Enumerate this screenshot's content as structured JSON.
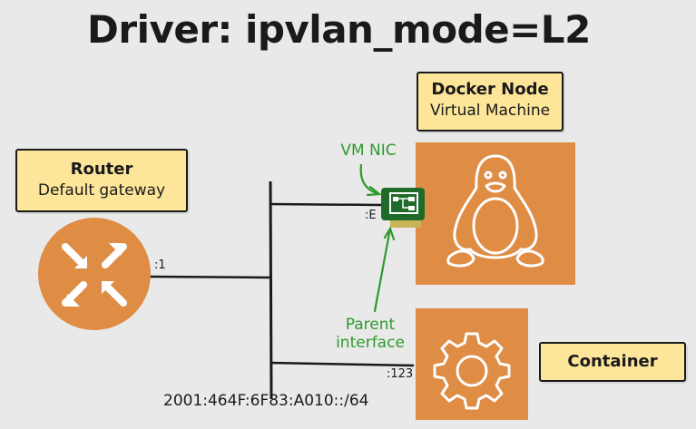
{
  "title": "Driver: ipvlan_mode=L2",
  "docker_node": {
    "title": "Docker Node",
    "subtitle": "Virtual Machine"
  },
  "router": {
    "title": "Router",
    "subtitle": "Default gateway"
  },
  "container": {
    "title": "Container"
  },
  "vm_nic_label": "VM NIC",
  "parent_interface_label": {
    "line1": "Parent",
    "line2": "interface"
  },
  "port_labels": {
    "router": ":1",
    "vm": ":E",
    "container": ":123"
  },
  "subnet": "2001:464F:6F83:A010::/64",
  "colors": {
    "accent_orange": "#df8c45",
    "note_yellow": "#fde59a",
    "arrow_green": "#2e9a2e",
    "nic_green": "#1e6b2a"
  },
  "icons": {
    "router": "router-arrows-icon",
    "vm": "linux-penguin-icon",
    "container": "gear-icon",
    "nic": "network-interface-card-icon"
  }
}
